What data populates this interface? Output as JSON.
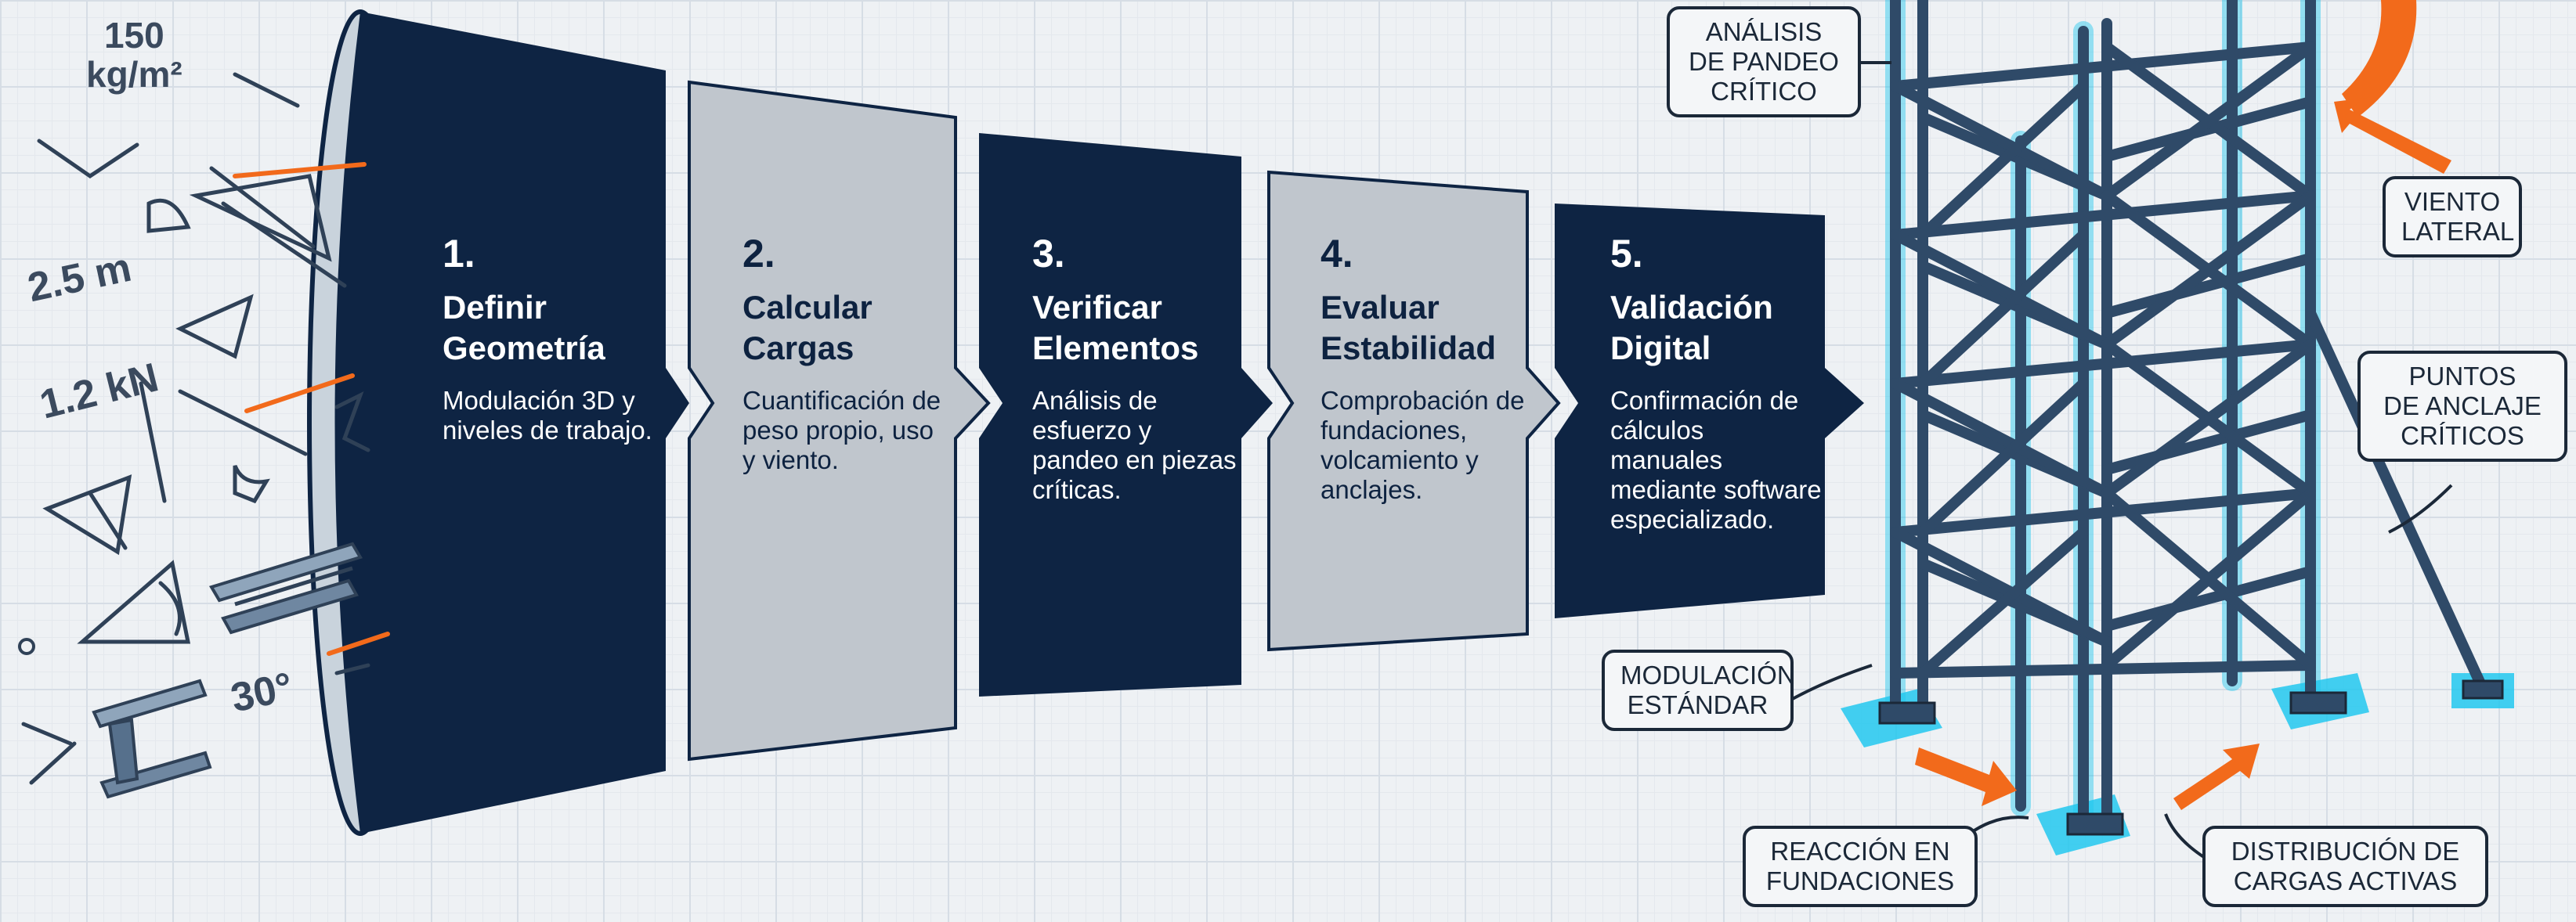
{
  "steps": [
    {
      "number": "1.",
      "title": "Definir Geometría",
      "description": "Modulación 3D y niveles de trabajo."
    },
    {
      "number": "2.",
      "title": "Calcular Cargas",
      "description": "Cuantificación de peso propio, uso y viento."
    },
    {
      "number": "3.",
      "title": "Verificar Elementos",
      "description": "Análisis de esfuerzo y pandeo en piezas críticas."
    },
    {
      "number": "4.",
      "title": "Evaluar Estabilidad",
      "description": "Comprobación de fundaciones, volcamiento y anclajes."
    },
    {
      "number": "5.",
      "title": "Validación Digital",
      "description": "Confirmación de cálculos manuales mediante software especializado."
    }
  ],
  "sketch_annotations": {
    "load": "150\nkg/m²",
    "length": "2.5 m",
    "force": "1.2 kN",
    "angle": "30°"
  },
  "tower_labels": {
    "buckling": "ANÁLISIS\nDE PANDEO\nCRÍTICO",
    "wind": "VIENTO\nLATERAL",
    "anchors": "PUNTOS\nDE ANCLAJE\nCRÍTICOS",
    "modulation": "MODULACIÓN\nESTÁNDAR",
    "reaction": "REACCIÓN EN\nFUNDACIONES",
    "distribution": "DISTRIBUCIÓN DE\nCARGAS ACTIVAS"
  },
  "colors": {
    "navy": "#0e2443",
    "gray": "#c0c6cd",
    "cyan": "#22c8ee",
    "steel": "#2f4a68",
    "orange": "#f26a1b"
  }
}
